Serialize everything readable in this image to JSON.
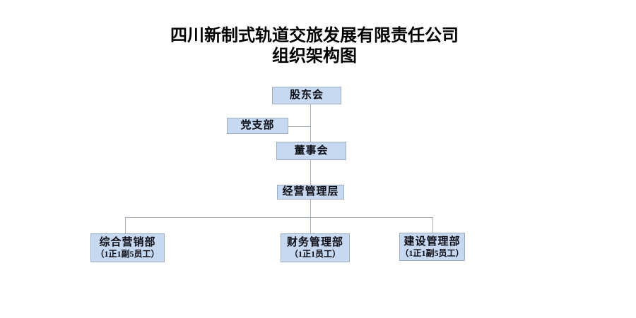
{
  "title": {
    "line1": "四川新制式轨道交旅发展有限责任公司",
    "line2": "组织架构图"
  },
  "colors": {
    "box_fill": "#c6d9f1",
    "box_border": "#9fadc0",
    "connector_line": "#a8afb8",
    "text": "#000000"
  },
  "nodes": {
    "shareholders": {
      "label": "股东会"
    },
    "party_branch": {
      "label": "党支部"
    },
    "board": {
      "label": "董事会"
    },
    "management": {
      "label": "经营管理层"
    },
    "marketing": {
      "label": "综合营销部",
      "sub": "（1正1副5员工）"
    },
    "finance": {
      "label": "财务管理部",
      "sub": "（1正1员工）"
    },
    "construction": {
      "label": "建设管理部",
      "sub": "（1正1副5员工）"
    }
  }
}
